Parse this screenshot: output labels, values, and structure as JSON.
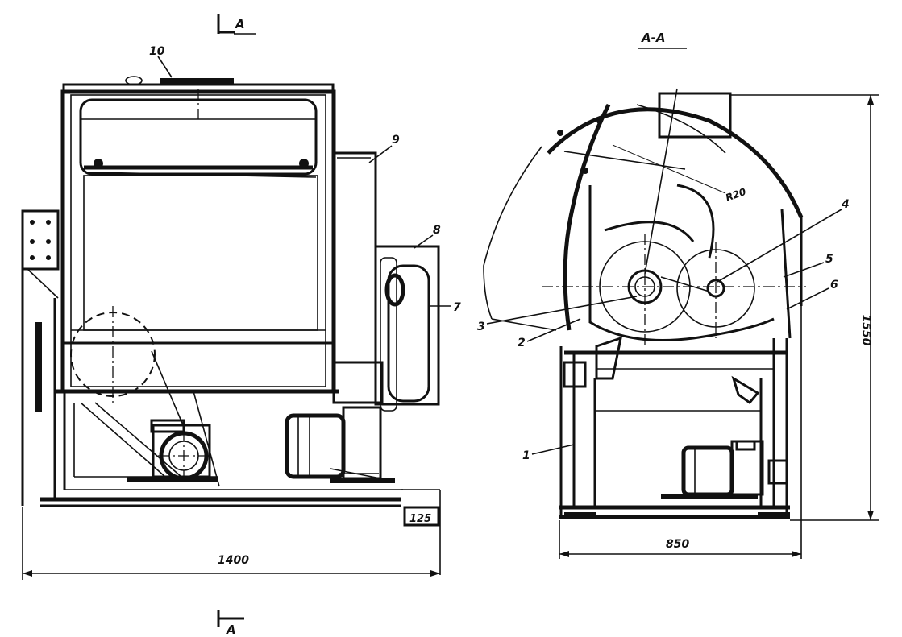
{
  "section_marks": {
    "top": "A",
    "bottom": "A",
    "section_title": "A-A"
  },
  "callouts": {
    "c1": "1",
    "c2": "2",
    "c3": "3",
    "c4": "4",
    "c5": "5",
    "c6": "6",
    "c7": "7",
    "c8": "8",
    "c9": "9",
    "c10": "10"
  },
  "dimensions": {
    "overall_width": "1400",
    "base_offset": "125",
    "side_width": "850",
    "overall_height": "1550",
    "blade_radius": "R20"
  }
}
